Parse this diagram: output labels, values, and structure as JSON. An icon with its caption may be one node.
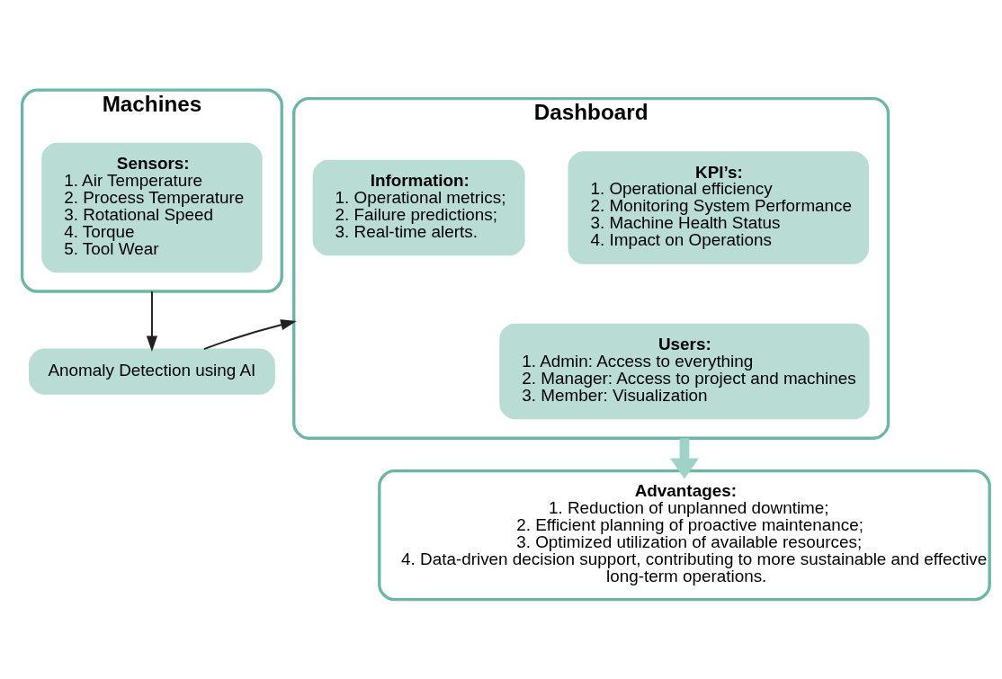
{
  "diagram": {
    "nodes": [
      {
        "text": [
          "Machines"
        ]
      },
      {
        "text": [
          "Sensors:",
          "1. Air Temperature",
          "2. Process Temperature",
          "3. Rotational Speed",
          "4. Torque",
          "5. Tool Wear"
        ],
        "in": 0
      },
      {
        "text": [
          "Anomaly Detection using AI"
        ]
      },
      {
        "text": [
          "Dashboard"
        ]
      },
      {
        "text": [
          "KPI’s:",
          "1. Operational efficiency",
          "2. Monitoring System Performance",
          "3. Machine Health Status",
          "4. Impact on Operations"
        ],
        "in": 3
      },
      {
        "text": [
          "Information:",
          "1. Operational metrics;",
          "2. Failure predictions;",
          "3. Real-time alerts."
        ],
        "in": 3
      },
      {
        "text": [
          "Users:",
          "1. Admin: Access to everything",
          "2. Manager: Access to project and machines",
          "3. Member: Visualization"
        ],
        "in": 3
      },
      {
        "text": [
          "Advantages:",
          "1. Reduction of unplanned downtime;",
          "2. Efficient planning of proactive maintenance;",
          "3. Optimized utilization of available resources;",
          "4. Data-driven decision support, contributing to more sustainable and effective long-term operations."
        ]
      }
    ],
    "edges": [
      {
        "from": 0,
        "to": 2,
        "arrow": "to"
      },
      {
        "from": 2,
        "to": 3,
        "arrow": "to"
      },
      {
        "from": 3,
        "to": 7,
        "arrow": "to",
        "style": "thick",
        "color": "#9fd3c9"
      }
    ]
  }
}
